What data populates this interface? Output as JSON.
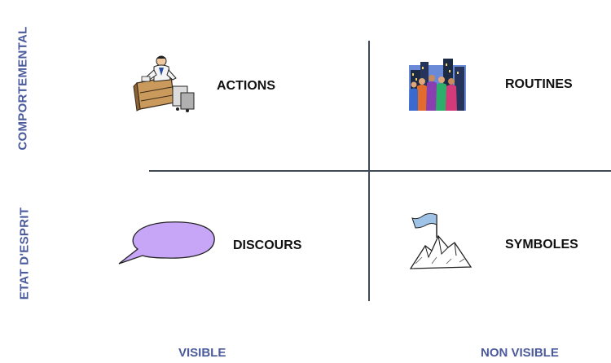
{
  "y_axis": {
    "top_label": "COMPORTEMENTAL",
    "bottom_label": "ETAT D'ESPRIT"
  },
  "x_axis": {
    "left_label": "VISIBLE",
    "right_label": "NON VISIBLE"
  },
  "quadrants": {
    "top_left": {
      "label": "ACTIONS",
      "icon": "office-worker-icon"
    },
    "top_right": {
      "label": "ROUTINES",
      "icon": "crowd-city-icon"
    },
    "bottom_left": {
      "label": "DISCOURS",
      "icon": "speech-bubble-icon"
    },
    "bottom_right": {
      "label": "SYMBOLES",
      "icon": "mountain-flag-icon"
    }
  },
  "colors": {
    "axis_label": "#4a5a9c",
    "axis_line": "#3e4a55",
    "bubble_fill": "#c7a6f7",
    "text": "#111111"
  }
}
